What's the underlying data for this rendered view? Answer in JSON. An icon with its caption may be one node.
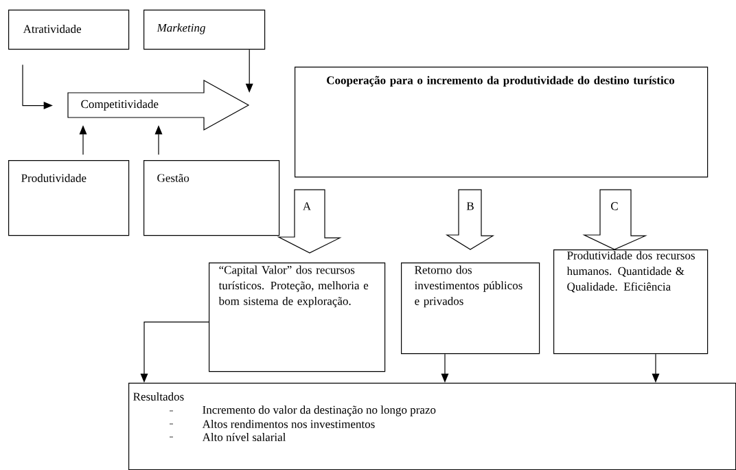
{
  "diagram": {
    "nodes": [
      {
        "text": [
          "Atratividade"
        ]
      },
      {
        "text": [
          "Marketing"
        ]
      },
      {
        "text": [
          "Competitividade"
        ]
      },
      {
        "text": [
          "Produtividade"
        ]
      },
      {
        "text": [
          "Gestão"
        ]
      },
      {
        "text": [
          "Cooperação para o incremento da produtividade do destino turístico"
        ]
      },
      {
        "text": [
          "“Capital Valor” dos recursos turísticos. Proteção, melhoria e bom sistema de exploração."
        ]
      },
      {
        "text": [
          "Retorno dos investimentos públicos e privados"
        ]
      },
      {
        "text": [
          "Produtividade dos recursos humanos. Quantidade & Qualidade. Eficiência"
        ]
      },
      {
        "text": [
          "Resultados",
          "Incremento do valor da destinação no longo prazo",
          "Altos rendimentos nos investimentos",
          "Alto nível salarial"
        ]
      }
    ],
    "edges": [
      {
        "from": 0,
        "to": 2,
        "arrow": "to"
      },
      {
        "from": 1,
        "to": 2,
        "arrow": "to"
      },
      {
        "from": 3,
        "to": 2,
        "arrow": "to"
      },
      {
        "from": 4,
        "to": 2,
        "arrow": "to"
      },
      {
        "from": 5,
        "to": 6,
        "arrow": "to",
        "label": "A"
      },
      {
        "from": 5,
        "to": 7,
        "arrow": "to",
        "label": "B"
      },
      {
        "from": 5,
        "to": 8,
        "arrow": "to",
        "label": "C"
      },
      {
        "from": 6,
        "to": 9,
        "arrow": "to"
      },
      {
        "from": 7,
        "to": 9,
        "arrow": "to"
      },
      {
        "from": 8,
        "to": 9,
        "arrow": "to"
      }
    ]
  }
}
